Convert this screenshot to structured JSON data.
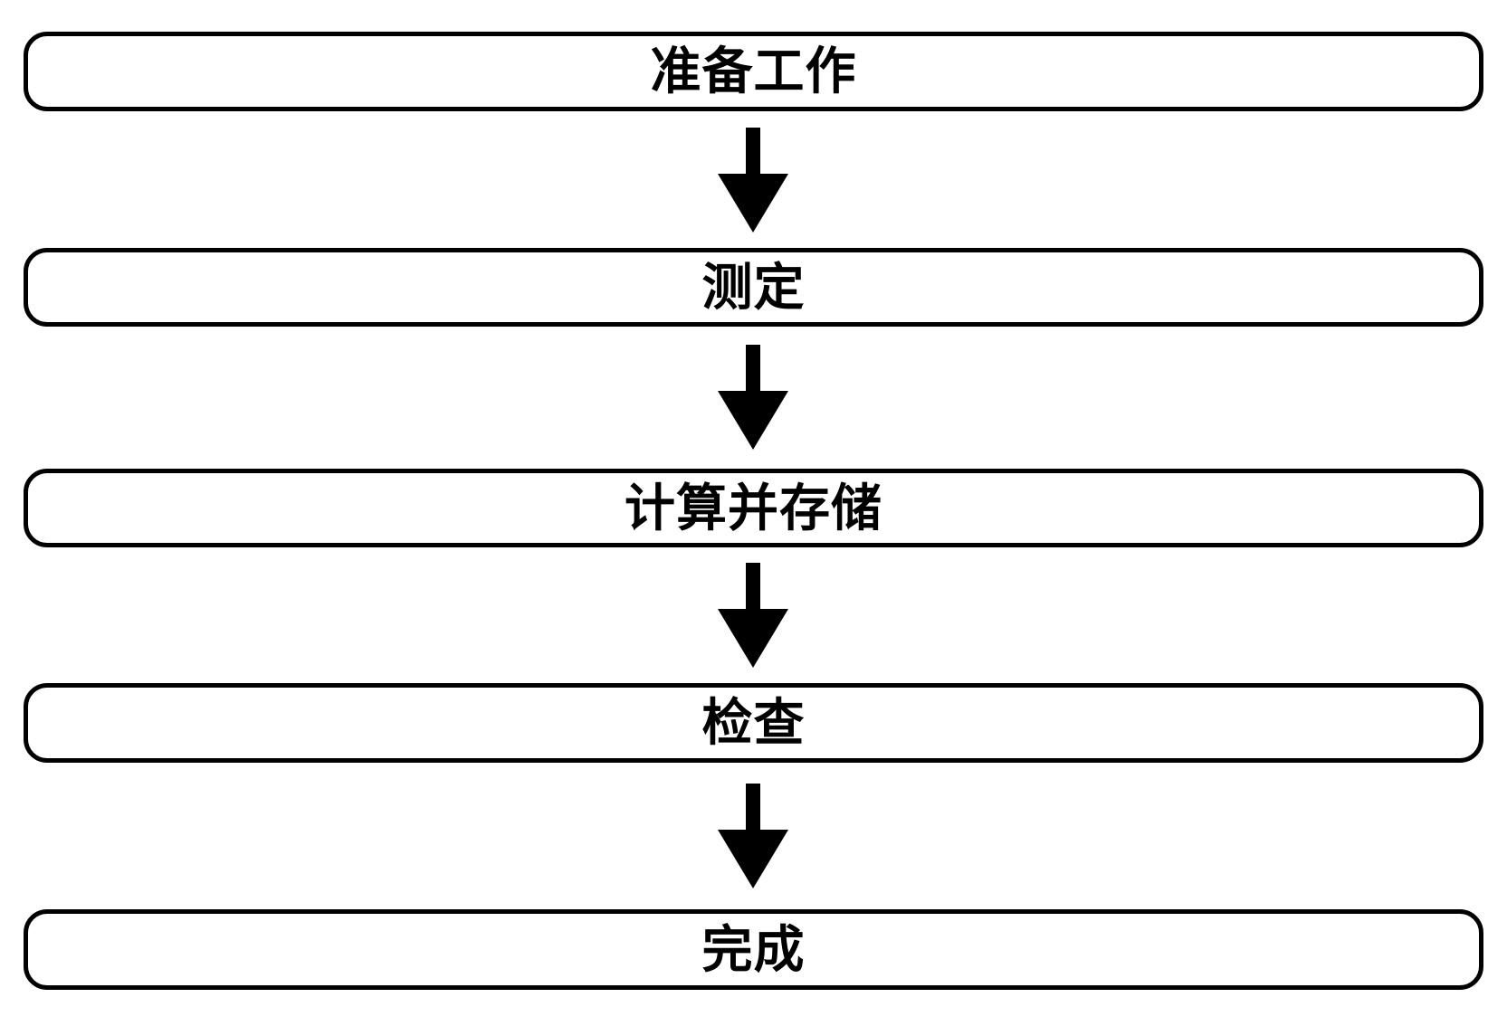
{
  "diagram": {
    "type": "flowchart",
    "direction": "top-to-bottom",
    "colors": {
      "background": "#ffffff",
      "line": "#000000",
      "text": "#000000"
    },
    "steps": [
      {
        "label": "准备工作"
      },
      {
        "label": "测定"
      },
      {
        "label": "计算并存储"
      },
      {
        "label": "检查"
      },
      {
        "label": "完成"
      }
    ],
    "connectors": [
      {
        "from": 0,
        "to": 1,
        "shape": "down-arrow"
      },
      {
        "from": 1,
        "to": 2,
        "shape": "down-arrow"
      },
      {
        "from": 2,
        "to": 3,
        "shape": "down-arrow"
      },
      {
        "from": 3,
        "to": 4,
        "shape": "down-arrow"
      }
    ]
  }
}
